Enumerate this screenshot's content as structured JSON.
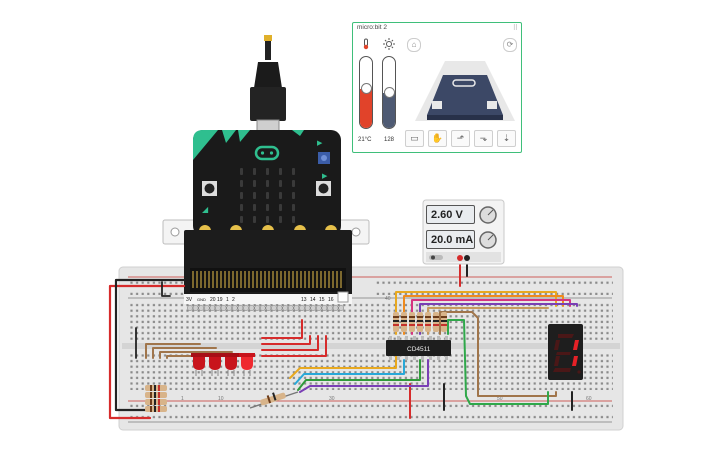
{
  "simulator": {
    "title": "micro:bit 2",
    "temperature_label": "21°C",
    "temperature_level_pct": 55,
    "light_label": "128",
    "light_level_pct": 50,
    "gestures": [
      "logo-up",
      "shake",
      "tilt-left",
      "tilt-right",
      "free-fall"
    ]
  },
  "power_supply": {
    "voltage": "2.60 V",
    "current": "20.0 mA"
  },
  "chip": {
    "label": "CD4511"
  },
  "breadboard": {
    "column_numbers": [
      "1",
      "10",
      "20",
      "30",
      "40",
      "50",
      "60"
    ]
  },
  "edge_connector": {
    "pin_labels": [
      "3V",
      "GND",
      "20",
      "19",
      "1",
      "2",
      "13",
      "14",
      "15",
      "16"
    ]
  },
  "colors": {
    "microbit_body": "#1a1a1a",
    "microbit_accent": "#2fbf8f",
    "breadboard": "#e6e6e6",
    "led_red": "#d9272e",
    "panel_border": "#3fbf7a"
  }
}
